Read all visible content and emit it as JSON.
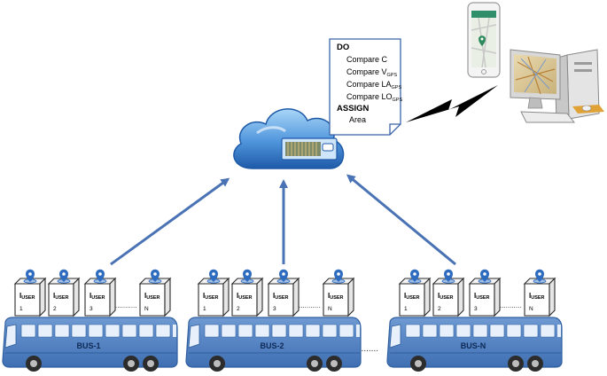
{
  "algorithm_note": {
    "do_label": "DO",
    "steps": [
      {
        "base": "Compare C",
        "sub": ""
      },
      {
        "base": "Compare V",
        "sub": "GPS"
      },
      {
        "base": "Compare LA",
        "sub": "GPS"
      },
      {
        "base": "Compare LO",
        "sub": "GPS"
      }
    ],
    "assign_label": "ASSIGN",
    "assign_item": "Area"
  },
  "user_box": {
    "base": "I",
    "sub": "USER"
  },
  "buses": [
    {
      "label": "BUS-1",
      "box_indices": [
        "1",
        "2",
        "3",
        "N"
      ]
    },
    {
      "label": "BUS-2",
      "box_indices": [
        "1",
        "2",
        "3",
        "N"
      ]
    },
    {
      "label": "BUS-N",
      "box_indices": [
        "1",
        "2",
        "3",
        "N"
      ]
    }
  ],
  "bus_gap_dots": ".........",
  "box_gap_dots": "...........",
  "colors": {
    "arrow": "#4a73b5",
    "bus_body": "#5b88c8",
    "bus_window": "#e8f1fb",
    "cloud_top": "#8fc6f2",
    "cloud_bottom": "#2b6fbf",
    "pin": "#2e6cbf",
    "lightning": "#000000"
  },
  "icons": [
    "cloud-server-icon",
    "smartphone-map-icon",
    "desktop-computer-icon",
    "lightning-icon",
    "location-pin-icon",
    "bus-icon"
  ]
}
